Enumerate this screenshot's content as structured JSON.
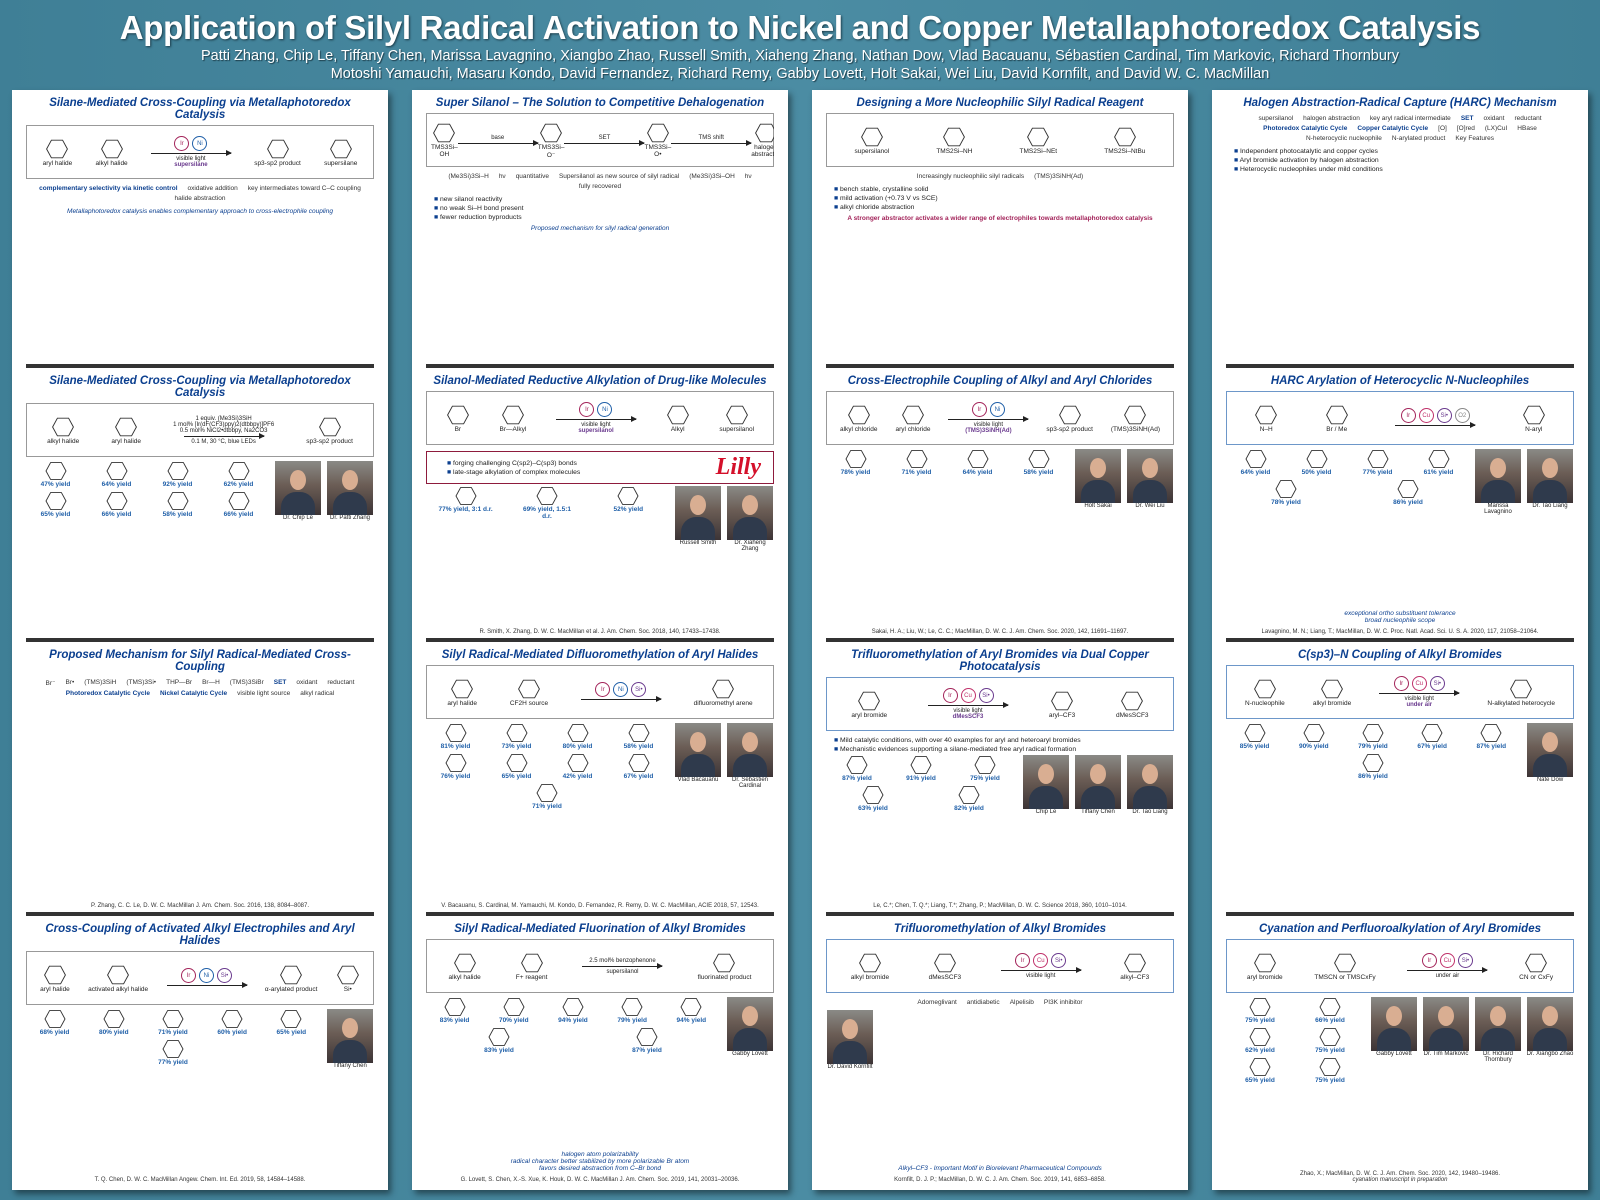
{
  "header": {
    "title": "Application of Silyl Radical Activation to Nickel and Copper Metallaphotoredox Catalysis",
    "authors_line1": "Patti Zhang, Chip Le, Tiffany Chen, Marissa Lavagnino, Xiangbo Zhao, Russell Smith, Xiaheng Zhang, Nathan Dow, Vlad Bacauanu, Sébastien Cardinal, Tim Markovic, Richard Thornbury",
    "authors_line2": "Motoshi Yamauchi, Masaru Kondo, David Fernandez, Richard Remy, Gabby Lovett, Holt Sakai, Wei Liu, David Kornfilt, and David W. C. MacMillan"
  },
  "colors": {
    "title_blue": "#0b3f8f",
    "yield_blue": "#1f5fa8",
    "magenta": "#a3245a",
    "purple": "#6a3a8e",
    "copper": "#c0306a",
    "background": "#4b8ca3"
  },
  "columns": [
    [
      {
        "title": "Silane-Mediated Cross-Coupling via Metallaphotoredox Catalysis",
        "scheme": [
          {
            "type": "compound",
            "label": "aryl halide"
          },
          {
            "type": "compound",
            "label": "alkyl halide"
          },
          {
            "type": "arrow",
            "catalysts": [
              "Ir",
              "Ni"
            ],
            "below": [
              "visible light",
              "supersilane"
            ]
          },
          {
            "type": "compound",
            "label": "sp3-sp2 product"
          },
          {
            "type": "compound",
            "label": "supersilane"
          }
        ],
        "labels": [
          "complementary selectivity via kinetic control",
          "oxidative addition",
          "key intermediates toward C–C coupling",
          "halide abstraction"
        ],
        "notes": [
          "Metallaphotoredox catalysis enables complementary approach to cross-electrophile coupling"
        ]
      },
      {
        "title": "Silane-Mediated Cross-Coupling via Metallaphotoredox Catalysis",
        "scheme": [
          {
            "type": "compound",
            "label": "alkyl halide"
          },
          {
            "type": "compound",
            "label": "aryl halide"
          },
          {
            "type": "arrow",
            "above": [
              "1 equiv. (Me3Si)3SiH",
              "1 mol% [Ir(dF(CF3)ppy)2(dtbbpy)]PF6",
              "0.5 mol% NiCl2•dtbbpy, Na2CO3"
            ],
            "below": [
              "0.1 M, 30 °C, blue LEDs"
            ]
          },
          {
            "type": "compound",
            "label": "sp3-sp2 product"
          }
        ],
        "products": [
          "47% yield",
          "64% yield",
          "92% yield",
          "62% yield",
          "65% yield",
          "66% yield",
          "58% yield",
          "66% yield"
        ],
        "people": [
          "Dr. Chip Le",
          "Dr. Patti Zhang"
        ]
      },
      {
        "title": "Proposed Mechanism for Silyl Radical-Mediated Cross-Coupling",
        "labels": [
          "Br⁻",
          "Br•",
          "(TMS)3SiH",
          "(TMS)3Si•",
          "THP—Br",
          "Br—H",
          "(TMS)3SiBr",
          "SET",
          "oxidant",
          "reductant",
          "Photoredox Catalytic Cycle",
          "Nickel Catalytic Cycle",
          "visible light source",
          "alkyl radical"
        ],
        "cite": "P. Zhang, C. C. Le, D. W. C. MacMillan J. Am. Chem. Soc. 2016, 138, 8084–8087."
      },
      {
        "title": "Cross-Coupling of Activated Alkyl Electrophiles and Aryl Halides",
        "scheme": [
          {
            "type": "compound",
            "label": "aryl halide"
          },
          {
            "type": "compound",
            "label": "activated alkyl halide"
          },
          {
            "type": "arrow",
            "catalysts": [
              "Ir",
              "Ni",
              "Si•"
            ],
            "below": []
          },
          {
            "type": "compound",
            "label": "α-arylated product"
          },
          {
            "type": "compound",
            "label": "Si•"
          }
        ],
        "products": [
          "68% yield",
          "80% yield",
          "71% yield",
          "60% yield",
          "65% yield",
          "77% yield"
        ],
        "people": [
          "Tiffany Chen"
        ],
        "cite": "T. Q. Chen, D. W. C. MacMillan Angew. Chem. Int. Ed. 2019, 58, 14584–14588."
      }
    ],
    [
      {
        "title": "Super Silanol – The Solution to Competitive Dehalogenation",
        "labels": [
          "(Me3Si)3Si–H",
          "hν",
          "quantitative",
          "Supersilanol as new source of silyl radical",
          "(Me3Si)3Si–OH",
          "hν",
          "fully recovered"
        ],
        "bullets": [
          "new silanol reactivity",
          "no weak Si–H bond present",
          "fewer reduction byproducts"
        ],
        "scheme": [
          {
            "type": "compound",
            "label": "TMS3Si–OH"
          },
          {
            "type": "arrow",
            "above": [
              "base"
            ]
          },
          {
            "type": "compound",
            "label": "TMS3Si–O⁻"
          },
          {
            "type": "arrow",
            "above": [
              "SET"
            ]
          },
          {
            "type": "compound",
            "label": "TMS3Si–O•"
          },
          {
            "type": "arrow",
            "above": [
              "TMS shift"
            ]
          },
          {
            "type": "compound",
            "label": "halogen abstractor"
          }
        ],
        "notes": [
          "Proposed mechanism for silyl radical generation"
        ]
      },
      {
        "title": "Silanol-Mediated Reductive Alkylation of Drug-like Molecules",
        "scheme": [
          {
            "type": "compound",
            "label": "Br"
          },
          {
            "type": "compound",
            "label": "Br—Alkyl"
          },
          {
            "type": "arrow",
            "catalysts": [
              "Ir",
              "Ni"
            ],
            "below": [
              "visible light",
              "supersilanol"
            ]
          },
          {
            "type": "compound",
            "label": "Alkyl"
          },
          {
            "type": "compound",
            "label": "supersilanol"
          }
        ],
        "lilly": {
          "bullets": [
            "forging challenging C(sp2)–C(sp3) bonds",
            "late-stage alkylation of complex molecules"
          ],
          "logo": "Lilly"
        },
        "products": [
          "77% yield, 3:1 d.r.",
          "69% yield, 1.5:1 d.r.",
          "52% yield"
        ],
        "people": [
          "Russell Smith",
          "Dr. Xiaheng Zhang"
        ],
        "cite": "R. Smith, X. Zhang, D. W. C. MacMillan et al. J. Am. Chem. Soc. 2018, 140, 17433–17438."
      },
      {
        "title": "Silyl Radical-Mediated Difluoromethylation of Aryl Halides",
        "scheme": [
          {
            "type": "compound",
            "label": "aryl halide"
          },
          {
            "type": "compound",
            "label": "CF2H source"
          },
          {
            "type": "arrow",
            "catalysts": [
              "Ir",
              "Ni",
              "Si•"
            ]
          },
          {
            "type": "compound",
            "label": "difluoromethyl arene"
          }
        ],
        "products": [
          "81% yield",
          "73% yield",
          "80% yield",
          "58% yield",
          "76% yield",
          "65% yield",
          "42% yield",
          "67% yield",
          "71% yield"
        ],
        "people": [
          "Vlad Bacauanu",
          "Dr. Sébastien Cardinal"
        ],
        "cite": "V. Bacauanu, S. Cardinal, M. Yamauchi, M. Kondo, D. Fernandez, R. Remy, D. W. C. MacMillan, ACIE 2018, 57, 12543."
      },
      {
        "title": "Silyl Radical-Mediated Fluorination of Alkyl Bromides",
        "scheme": [
          {
            "type": "compound",
            "label": "alkyl halide"
          },
          {
            "type": "compound",
            "label": "F+ reagent"
          },
          {
            "type": "arrow",
            "above": [
              "2.5 mol% benzophenone"
            ],
            "below": [
              "supersilanol"
            ]
          },
          {
            "type": "compound",
            "label": "fluorinated product"
          }
        ],
        "products": [
          "83% yield",
          "70% yield",
          "94% yield",
          "79% yield",
          "94% yield",
          "83% yield",
          "87% yield"
        ],
        "notes": [
          "halogen atom polarizability",
          "radical character better stabilized by more polarizable Br atom",
          "favors desired abstraction from C–Br bond"
        ],
        "people": [
          "Gabby Lovett"
        ],
        "cite": "G. Lovett, S. Chen, X.-S. Xue, K. Houk, D. W. C. MacMillan J. Am. Chem. Soc. 2019, 141, 20031–20036."
      }
    ],
    [
      {
        "title": "Designing a More Nucleophilic Silyl Radical Reagent",
        "scheme": [
          {
            "type": "compound",
            "label": "supersilanol"
          },
          {
            "type": "compound",
            "label": "TMS2Si–NH"
          },
          {
            "type": "compound",
            "label": "TMS2Si–NEt"
          },
          {
            "type": "compound",
            "label": "TMS2Si–NtBu"
          }
        ],
        "labels": [
          "Increasingly nucleophilic silyl radicals",
          "(TMS)3SiNH(Ad)"
        ],
        "bullets": [
          "bench stable, crystalline solid",
          "mild activation (+0.73 V vs SCE)",
          "alkyl chloride abstraction"
        ],
        "notes_mag": [
          "A stronger abstractor activates a wider range of electrophiles towards metallaphotoredox catalysis"
        ]
      },
      {
        "title": "Cross-Electrophile Coupling of Alkyl and Aryl Chlorides",
        "scheme": [
          {
            "type": "compound",
            "label": "alkyl chloride"
          },
          {
            "type": "compound",
            "label": "aryl chloride"
          },
          {
            "type": "arrow",
            "catalysts": [
              "Ir",
              "Ni"
            ],
            "below": [
              "visible light",
              "(TMS)3SiNH(Ad)"
            ]
          },
          {
            "type": "compound",
            "label": "sp3-sp2 product"
          },
          {
            "type": "compound",
            "label": "(TMS)3SiNH(Ad)"
          }
        ],
        "products": [
          "78% yield",
          "71% yield",
          "64% yield",
          "58% yield"
        ],
        "people": [
          "Holt Sakai",
          "Dr. Wei Liu"
        ],
        "cite": "Sakai, H. A.; Liu, W.; Le, C. C.; MacMillan, D. W. C. J. Am. Chem. Soc. 2020, 142, 11691–11697."
      },
      {
        "title": "Trifluoromethylation of Aryl Bromides via Dual Copper Photocatalysis",
        "blue": true,
        "scheme": [
          {
            "type": "compound",
            "label": "aryl bromide"
          },
          {
            "type": "arrow",
            "catalysts": [
              "Ir",
              "Cu",
              "Si•"
            ],
            "below": [
              "visible light",
              "dMesSCF3"
            ]
          },
          {
            "type": "compound",
            "label": "aryl–CF3"
          },
          {
            "type": "compound",
            "label": "dMesSCF3"
          }
        ],
        "bullets": [
          "Mild catalytic conditions, with over 40 examples for aryl and heteroaryl bromides",
          "Mechanistic evidences supporting a silane-mediated free aryl radical formation"
        ],
        "products": [
          "87% yield",
          "91% yield",
          "75% yield",
          "63% yield",
          "82% yield"
        ],
        "people": [
          "Chip Le",
          "Tiffany Chen",
          "Dr. Tao Liang"
        ],
        "cite": "Le, C.*; Chen, T. Q.*; Liang, T.*; Zhang, P.; MacMillan, D. W. C. Science 2018, 360, 1010–1014."
      },
      {
        "title": "Trifluoromethylation of Alkyl Bromides",
        "blue": true,
        "scheme": [
          {
            "type": "compound",
            "label": "alkyl bromide"
          },
          {
            "type": "compound",
            "label": "dMesSCF3"
          },
          {
            "type": "arrow",
            "catalysts": [
              "Ir",
              "Cu",
              "Si•"
            ],
            "below": [
              "visible light"
            ]
          },
          {
            "type": "compound",
            "label": "alkyl–CF3"
          }
        ],
        "labels": [
          "Adomeglivant",
          "antidiabetic",
          "Alpelisib",
          "PI3K inhibitor"
        ],
        "notes": [
          "Alkyl–CF3 - Important Motif in Biorelevant Pharmaceutical Compounds"
        ],
        "people": [
          "Dr. David Kornfilt"
        ],
        "cite": "Kornfilt, D. J. P.; MacMillan, D. W. C. J. Am. Chem. Soc. 2019, 141, 6853–6858."
      }
    ],
    [
      {
        "title": "Halogen Abstraction-Radical Capture (HARC) Mechanism",
        "labels": [
          "supersilanol",
          "halogen abstraction",
          "key aryl radical intermediate",
          "SET",
          "oxidant",
          "reductant",
          "Photoredox Catalytic Cycle",
          "Copper Catalytic Cycle",
          "[O]",
          "[O]red",
          "(LX)CuI",
          "HBase",
          "N-heterocyclic nucleophile",
          "N-arylated product",
          "Key Features"
        ],
        "bullets": [
          "Independent photocatalytic and copper cycles",
          "Aryl bromide activation by halogen abstraction",
          "Heterocyclic nucleophiles under mild conditions"
        ]
      },
      {
        "title": "HARC Arylation of Heterocyclic N-Nucleophiles",
        "blue": true,
        "scheme": [
          {
            "type": "compound",
            "label": "N–H"
          },
          {
            "type": "compound",
            "label": "Br / Me"
          },
          {
            "type": "arrow",
            "catalysts": [
              "Ir",
              "Cu",
              "Si•",
              "O2"
            ]
          },
          {
            "type": "compound",
            "label": "N-aryl"
          }
        ],
        "products": [
          "64% yield",
          "50% yield",
          "77% yield",
          "61% yield",
          "78% yield",
          "86% yield"
        ],
        "notes": [
          "exceptional ortho substituent tolerance",
          "broad nucleophile scope"
        ],
        "people": [
          "Marissa Lavagnino",
          "Dr. Tao Liang"
        ],
        "cite": "Lavagnino, M. N.; Liang, T.; MacMillan, D. W. C. Proc. Natl. Acad. Sci. U. S. A. 2020, 117, 21058–21064."
      },
      {
        "title": "C(sp3)–N Coupling of Alkyl Bromides",
        "blue": true,
        "scheme": [
          {
            "type": "compound",
            "label": "N-nucleophile"
          },
          {
            "type": "compound",
            "label": "alkyl bromide"
          },
          {
            "type": "arrow",
            "catalysts": [
              "Ir",
              "Cu",
              "Si•"
            ],
            "below": [
              "visible light",
              "under air"
            ]
          },
          {
            "type": "compound",
            "label": "N-alkylated heterocycle"
          }
        ],
        "products": [
          "85% yield",
          "90% yield",
          "79% yield",
          "67% yield",
          "87% yield",
          "86% yield"
        ],
        "people": [
          "Nate Dow"
        ]
      },
      {
        "title": "Cyanation and Perfluoroalkylation of Aryl Bromides",
        "blue": true,
        "scheme": [
          {
            "type": "compound",
            "label": "aryl bromide"
          },
          {
            "type": "compound",
            "label": "TMSCN or TMSCxFy"
          },
          {
            "type": "arrow",
            "catalysts": [
              "Ir",
              "Cu",
              "Si•"
            ],
            "below": [
              "under air"
            ]
          },
          {
            "type": "compound",
            "label": "CN or CxFy"
          }
        ],
        "products": [
          "75% yield",
          "66% yield",
          "62% yield",
          "75% yield",
          "65% yield",
          "75% yield"
        ],
        "people": [
          "Gabby Lovett",
          "Dr. Tim Markovic",
          "Dr. Richard Thornbury",
          "Dr. Xiangbo Zhao"
        ],
        "cite": "Zhao, X.; MacMillan, D. W. C. J. Am. Chem. Soc. 2020, 142, 19480–19486.",
        "cite2": "cyanation manuscript in preparation"
      }
    ]
  ]
}
